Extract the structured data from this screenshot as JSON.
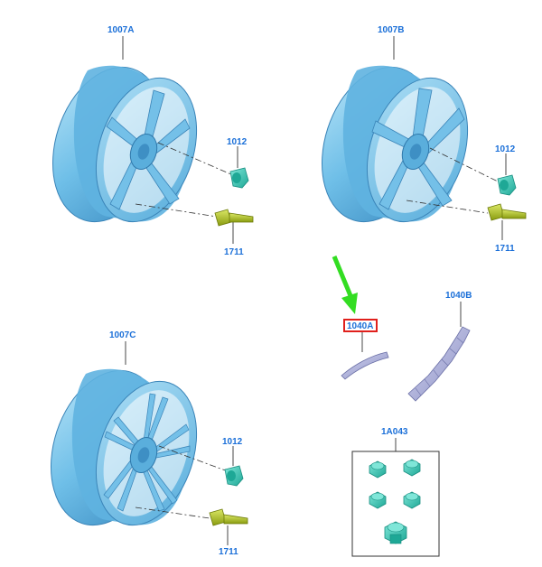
{
  "diagram": {
    "labels": {
      "wheel_a": "1007A",
      "wheel_b": "1007B",
      "wheel_c": "1007C",
      "cap_a": "1012",
      "cap_b": "1012",
      "cap_c": "1012",
      "nut_a": "1711",
      "nut_b": "1711",
      "nut_c": "1711",
      "weight_a": "1040A",
      "weight_b": "1040B",
      "lock_kit": "1A043"
    },
    "highlighted_part": "1040A",
    "colors": {
      "label_text": "#1a6fd8",
      "highlight_box": "#e0201c",
      "arrow": "#33dd22",
      "wheel_fill": "#7ec8ec",
      "wheel_dark": "#4f9fcf",
      "cap_fill": "#35c7b5",
      "nut_fill": "#b5cc22",
      "weight_fill": "#a8acd8"
    }
  }
}
